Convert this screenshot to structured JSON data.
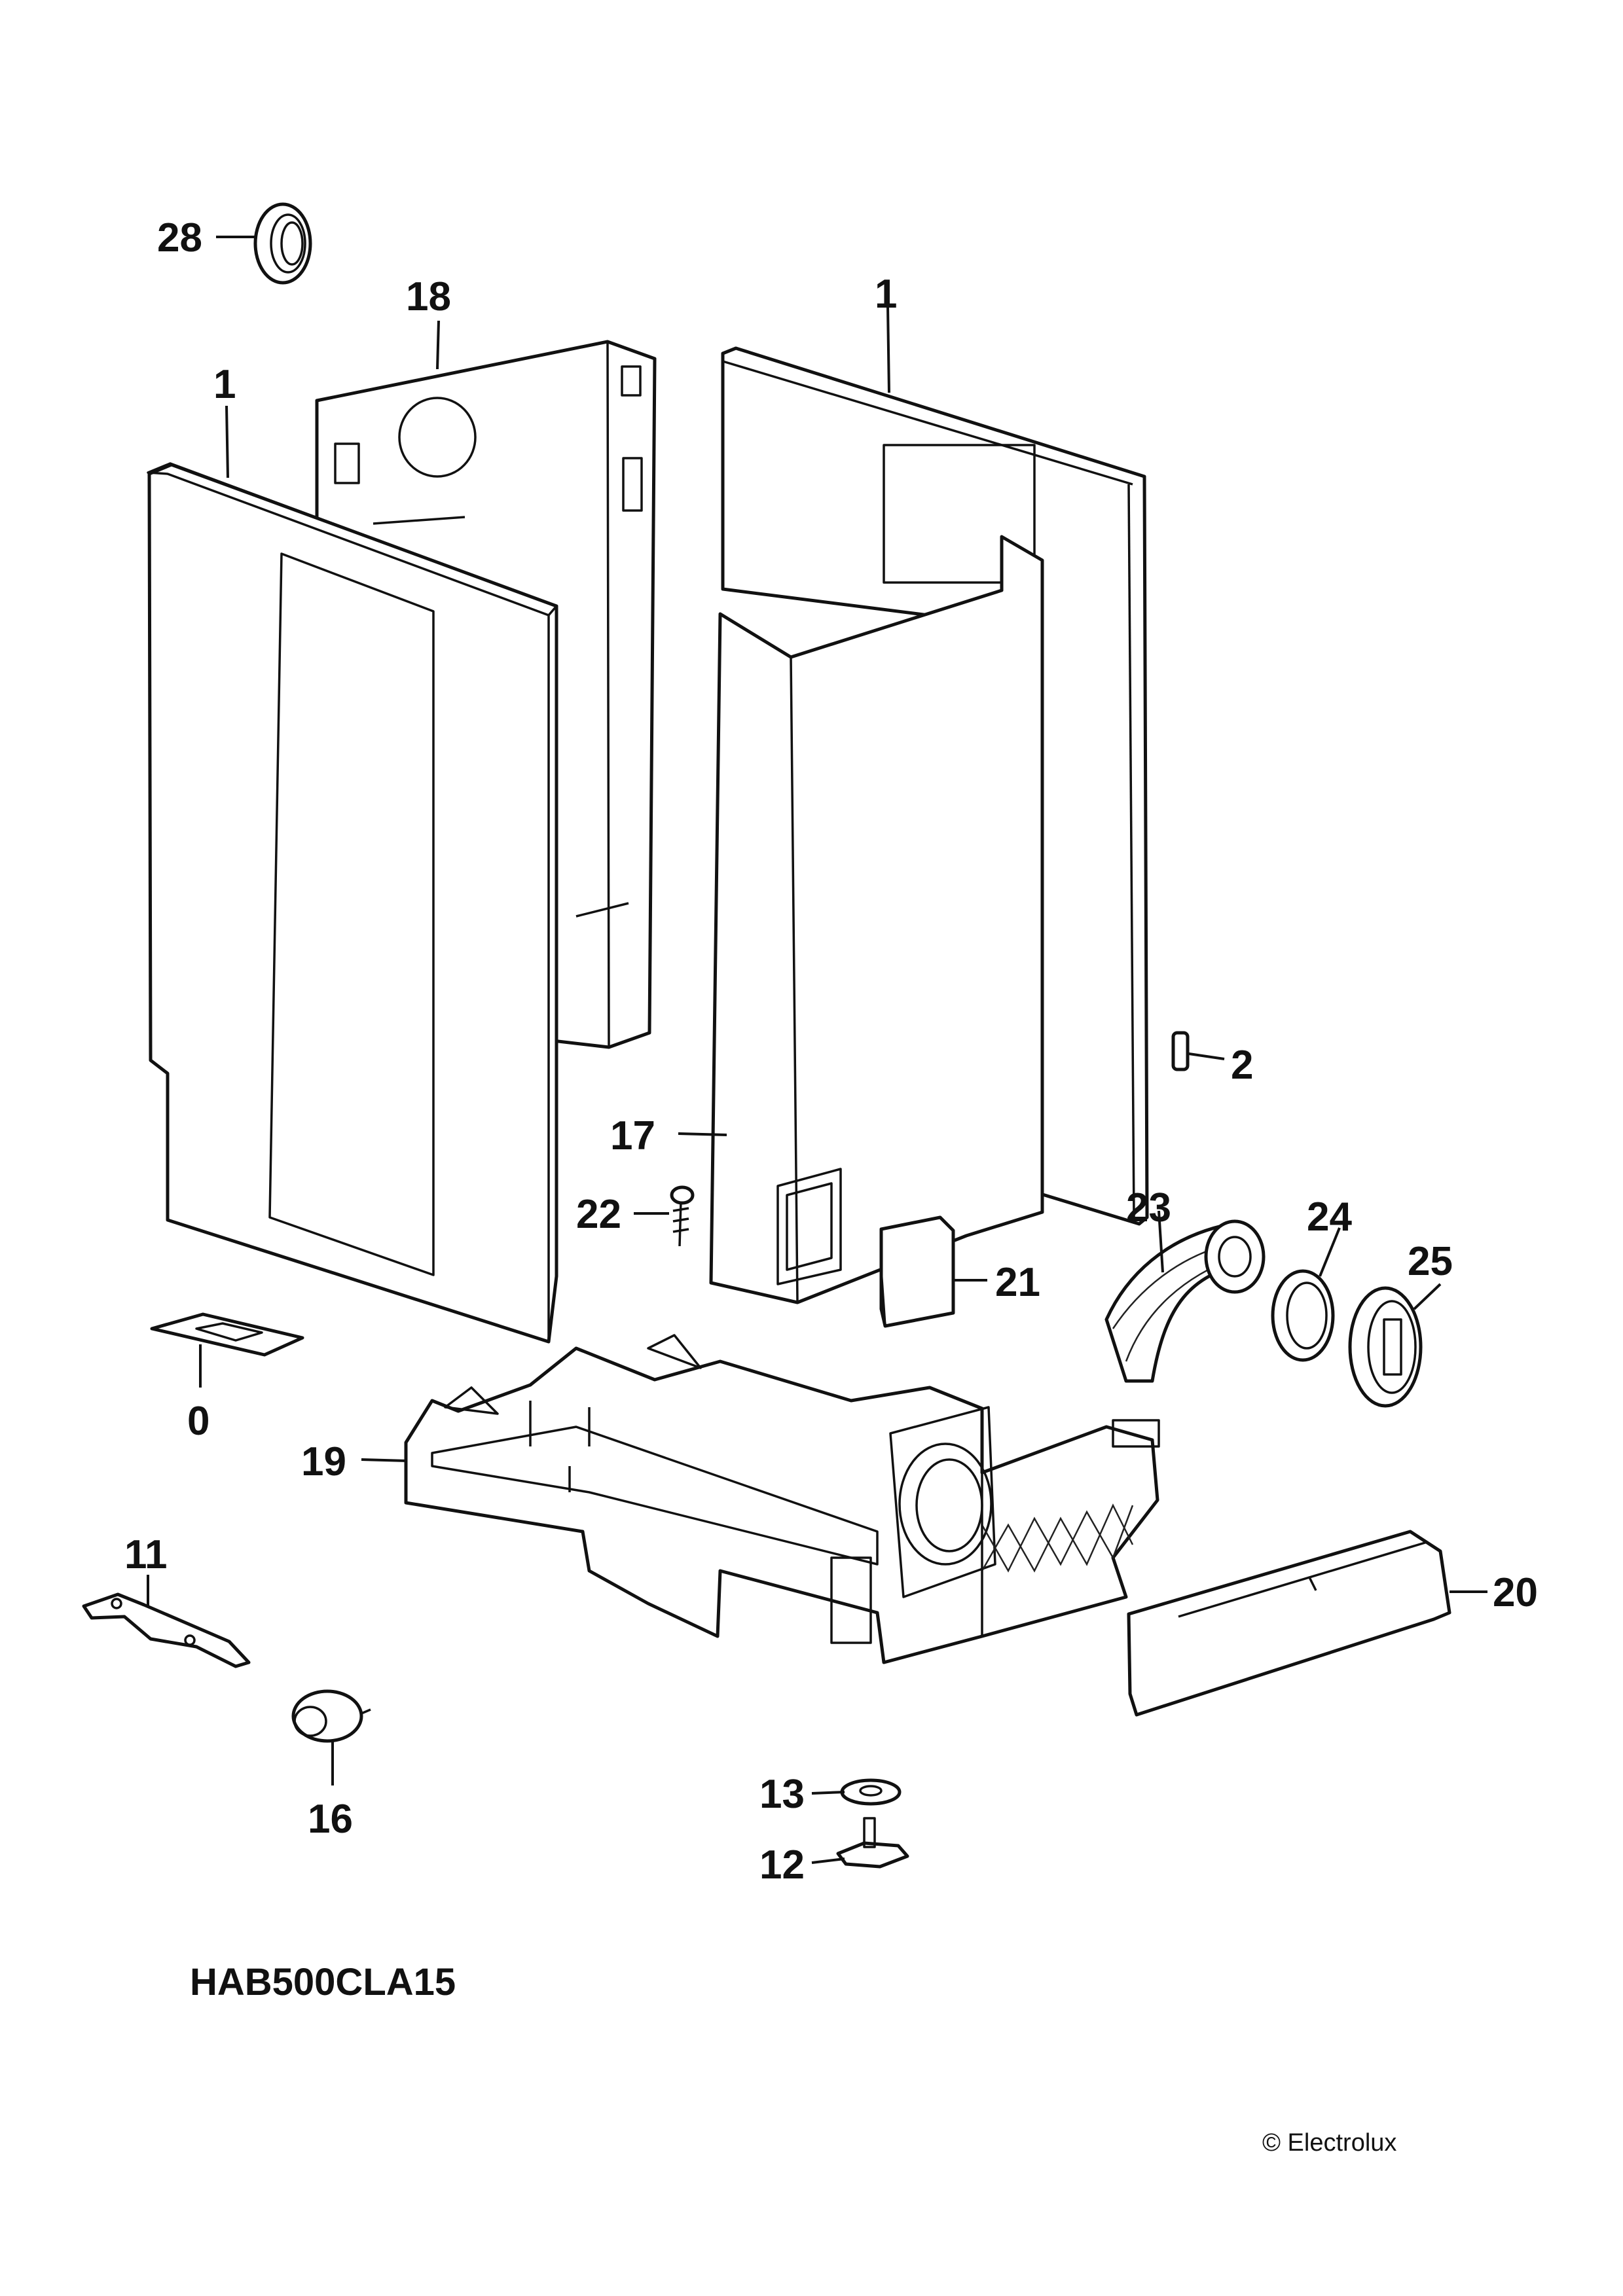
{
  "callouts": {
    "c28": "28",
    "c18": "18",
    "c1_left": "1",
    "c1_right": "1",
    "c2": "2",
    "c17": "17",
    "c22": "22",
    "c21": "21",
    "c23": "23",
    "c24": "24",
    "c25": "25",
    "c0": "0",
    "c19": "19",
    "c20": "20",
    "c11": "11",
    "c16": "16",
    "c13": "13",
    "c12": "12"
  },
  "model_code": "HAB500CLA15",
  "copyright": "© Electrolux"
}
